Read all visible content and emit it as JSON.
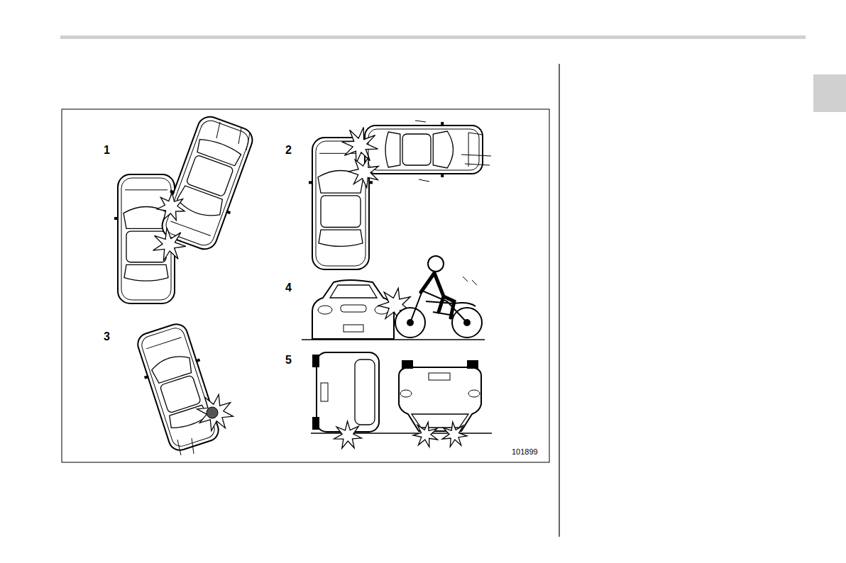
{
  "diagram": {
    "labels": [
      "1",
      "2",
      "3",
      "4",
      "5",
      "101899"
    ]
  }
}
